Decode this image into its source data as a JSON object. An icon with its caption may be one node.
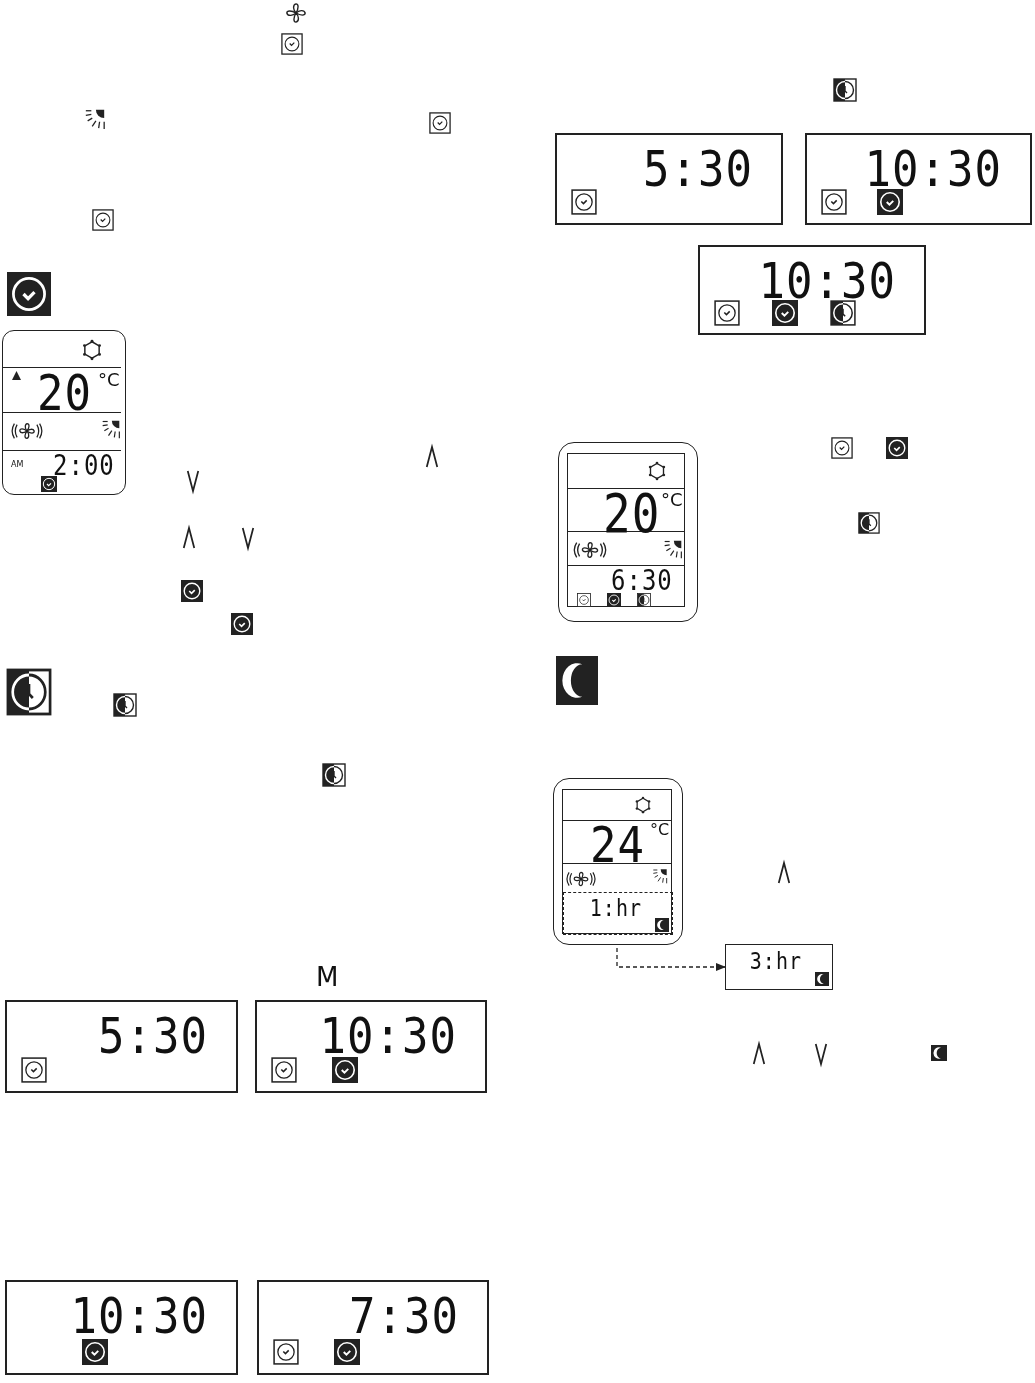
{
  "diagram": {
    "nodes": [
      {
        "text": [
          "20",
          "°C",
          "AM",
          "2:00"
        ]
      },
      {
        "text": [
          "5:30"
        ]
      },
      {
        "text": [
          "10:30"
        ]
      },
      {
        "text": [
          "10:30"
        ]
      },
      {
        "text": [
          "7:30"
        ]
      },
      {
        "text": [
          "5:30"
        ]
      },
      {
        "text": [
          "10:30"
        ]
      },
      {
        "text": [
          "10:30"
        ]
      },
      {
        "text": [
          "20",
          "°C",
          "6:30"
        ]
      },
      {
        "text": [
          "24",
          "°C"
        ]
      },
      {
        "text": [
          "1:hr"
        ],
        "in": 9
      },
      {
        "text": [
          "3:hr"
        ]
      }
    ],
    "edges": [
      {
        "from": 10,
        "to": 11,
        "arrow": "to",
        "style": "dashed"
      }
    ],
    "labels": [
      "M"
    ]
  }
}
